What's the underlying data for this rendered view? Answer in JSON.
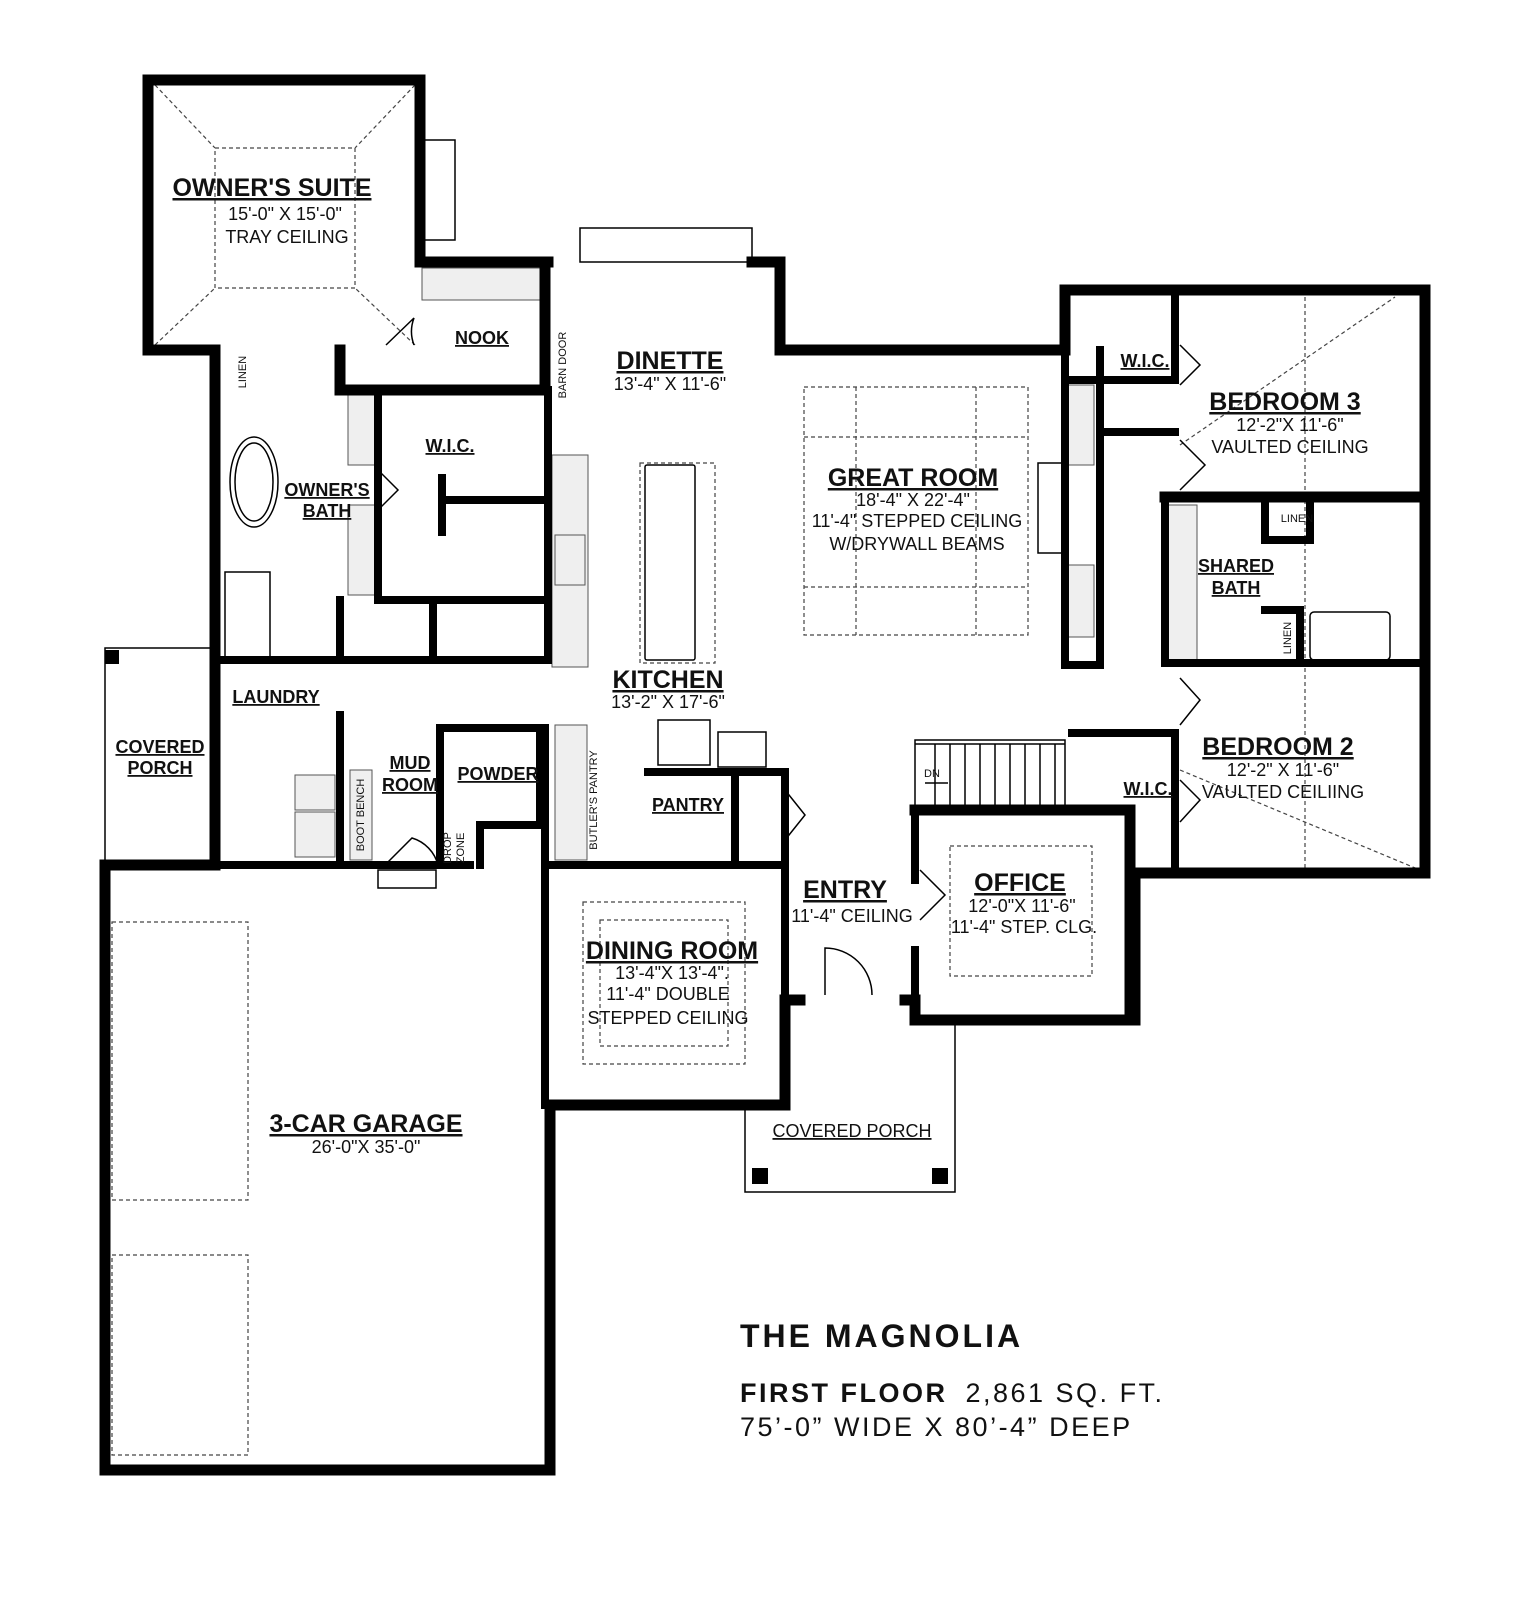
{
  "rooms": {
    "owners_suite": {
      "name": "OWNER'S SUITE",
      "size": "15'-0\" X 15'-0\"",
      "ceiling": "TRAY CEILING"
    },
    "nook": {
      "name": "NOOK"
    },
    "dinette": {
      "name": "DINETTE",
      "size": "13'-4\" X 11'-6\""
    },
    "barn_door": "BARN DOOR",
    "owners_wic": {
      "name": "W.I.C."
    },
    "owners_bath": {
      "name1": "OWNER'S",
      "name2": "BATH"
    },
    "linen_owner": "LINEN",
    "kitchen": {
      "name": "KITCHEN",
      "size": "13'-2\" X 17'-6\""
    },
    "laundry": {
      "name": "LAUNDRY"
    },
    "side_porch": {
      "name1": "COVERED",
      "name2": "PORCH"
    },
    "mud_room": {
      "name1": "MUD",
      "name2": "ROOM"
    },
    "boot_bench": "BOOT BENCH",
    "powder": {
      "name": "POWDER"
    },
    "drop_zone": {
      "line1": "DROP",
      "line2": "ZONE"
    },
    "butlers_pantry": "BUTLER'S PANTRY",
    "pantry": {
      "name": "PANTRY"
    },
    "great_room": {
      "name": "GREAT ROOM",
      "size": "18'-4\" X 22'-4\"",
      "ceiling": "11'-4\" STEPPED CEILING",
      "beams": "W/DRYWALL BEAMS"
    },
    "bedroom3": {
      "name": "BEDROOM 3",
      "size": "12'-2\"X 11'-6\"",
      "ceiling": "VAULTED CEILING"
    },
    "bedroom3_wic": {
      "name": "W.I.C."
    },
    "shared_bath": {
      "name1": "SHARED",
      "name2": "BATH"
    },
    "linen_bath": "LINEN",
    "linen_bath2": "LINEN",
    "bedroom2": {
      "name": "BEDROOM 2",
      "size": "12'-2\" X 11'-6\"",
      "ceiling": "VAULTED CEILIING"
    },
    "bedroom2_wic": {
      "name": "W.I.C."
    },
    "stair_dn": "DN",
    "entry": {
      "name": "ENTRY",
      "ceiling": "11'-4\" CEILING"
    },
    "office": {
      "name": "OFFICE",
      "size": "12'-0\"X 11'-6\"",
      "ceiling": "11'-4\" STEP. CLG."
    },
    "dining": {
      "name": "DINING ROOM",
      "size": "13'-4\"X 13'-4\".",
      "ceiling1": "11'-4\"  DOUBLE",
      "ceiling2": "STEPPED CEILING"
    },
    "front_porch": {
      "name": "COVERED PORCH"
    },
    "garage": {
      "name": "3-CAR GARAGE",
      "size": "26'-0\"X 35'-0\""
    }
  },
  "plan_info": {
    "title": "THE MAGNOLIA",
    "floor": "FIRST FLOOR",
    "area": "2,861 SQ. FT.",
    "dimensions": "75’-0” WIDE X 80’-4” DEEP"
  }
}
